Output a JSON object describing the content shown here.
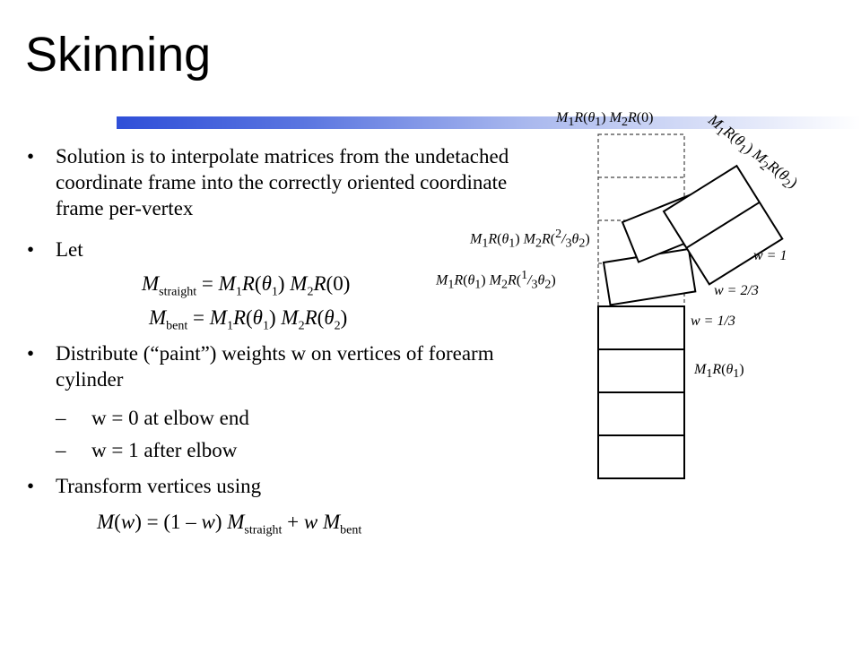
{
  "title": "Skinning",
  "bullets": {
    "b1": "Solution is to interpolate matrices from the undetached coordinate frame into the correctly oriented coordinate frame per-vertex",
    "b2": "Let",
    "b3": "Distribute (“paint”) weights w on vertices of forearm cylinder",
    "b4": "Transform vertices using"
  },
  "subitems": {
    "s1": "w = 0 at elbow end",
    "s2": "w = 1 after elbow"
  },
  "diagram_labels": {
    "w1": "w = 1",
    "w23": "w = 2/3",
    "w13": "w = 1/3"
  }
}
